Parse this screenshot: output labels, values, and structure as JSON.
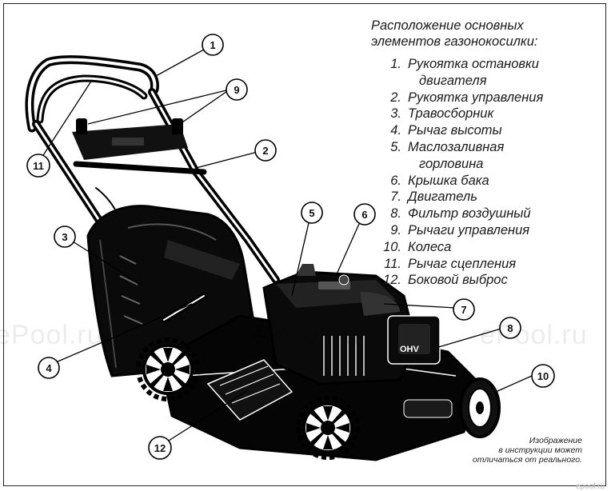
{
  "legend": {
    "title": "Расположение основных\nэлементов газонокосилки:",
    "items": [
      {
        "num": "1.",
        "text": "Рукоятка остановки",
        "text2": "двигателя"
      },
      {
        "num": "2.",
        "text": "Рукоятка управления"
      },
      {
        "num": "3.",
        "text": "Травосборник"
      },
      {
        "num": "4.",
        "text": "Рычаг высоты"
      },
      {
        "num": "5.",
        "text": "Маслозаливная",
        "text2": "горловина"
      },
      {
        "num": "6.",
        "text": "Крышка бака"
      },
      {
        "num": "7.",
        "text": "Двигатель"
      },
      {
        "num": "8.",
        "text": "Фильтр воздушный"
      },
      {
        "num": "9.",
        "text": "Рычаги управления"
      },
      {
        "num": "10.",
        "text": "Колеса"
      },
      {
        "num": "11.",
        "text": "Рычаг сцепления"
      },
      {
        "num": "12.",
        "text": "Боковой выброс"
      }
    ]
  },
  "callouts": [
    "1",
    "2",
    "3",
    "4",
    "5",
    "6",
    "7",
    "8",
    "9",
    "10",
    "11",
    "12"
  ],
  "note": {
    "line1": "Изображение",
    "line2": "в инструкции может",
    "line3": "отличаться от реального."
  },
  "engine_brand": "OHV",
  "watermark": "ePool.ru",
  "corner_mark": "epool.ru",
  "colors": {
    "ink": "#111111",
    "paper": "#ffffff",
    "mid_gray": "#555555"
  }
}
